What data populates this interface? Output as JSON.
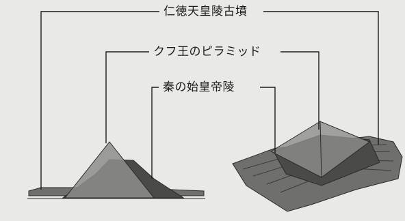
{
  "labels": {
    "nintoku": "仁徳天皇陵古墳",
    "khufu": "クフ王のピラミッド",
    "qin": "秦の始皇帝陵"
  },
  "colors": {
    "background": "#e9e9e6",
    "line": "#1a1a1a",
    "khufu_fill": "#8d8d8b",
    "qin_fill": "#4a4a48",
    "nintoku_fill": "#6f6f6c"
  }
}
